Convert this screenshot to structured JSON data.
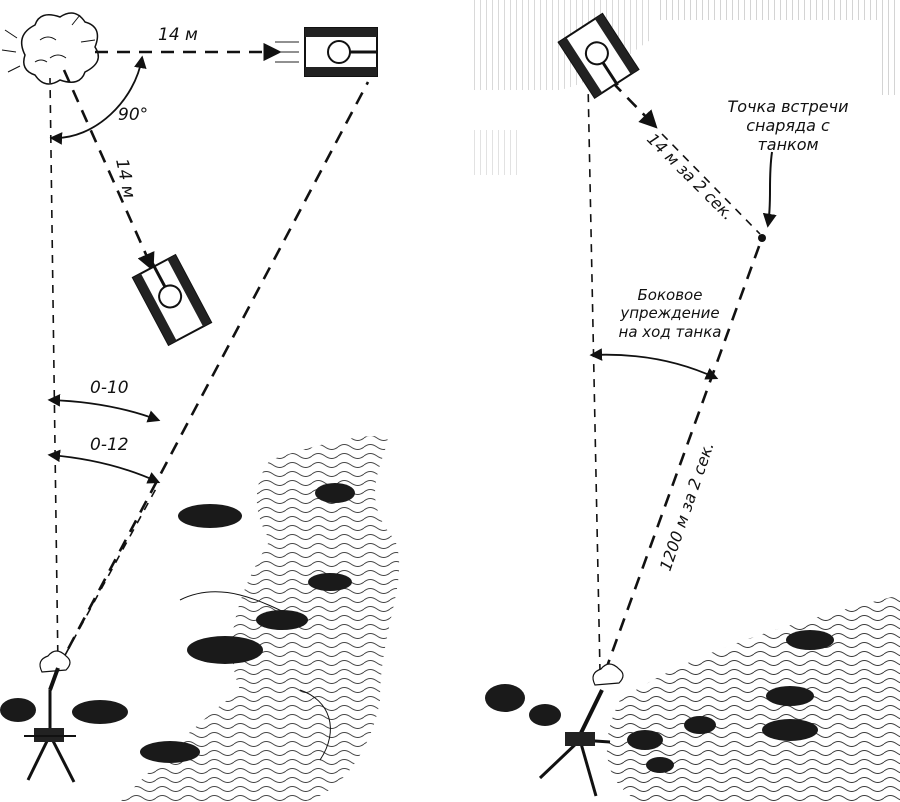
{
  "left_diagram": {
    "distance_top": "14 м",
    "distance_diagonal": "14 м",
    "angle_right": "90°",
    "angle_small": "0-10",
    "angle_large": "0-12"
  },
  "right_diagram": {
    "meeting_point_label": [
      "Точка встречи",
      "снаряда с",
      "танком"
    ],
    "tank_travel": "14 м  за  2 сек.",
    "lead_label": [
      "Боковое",
      "упреждение",
      "на ход танка"
    ],
    "shell_travel": "1200 м  за  2 сек."
  }
}
